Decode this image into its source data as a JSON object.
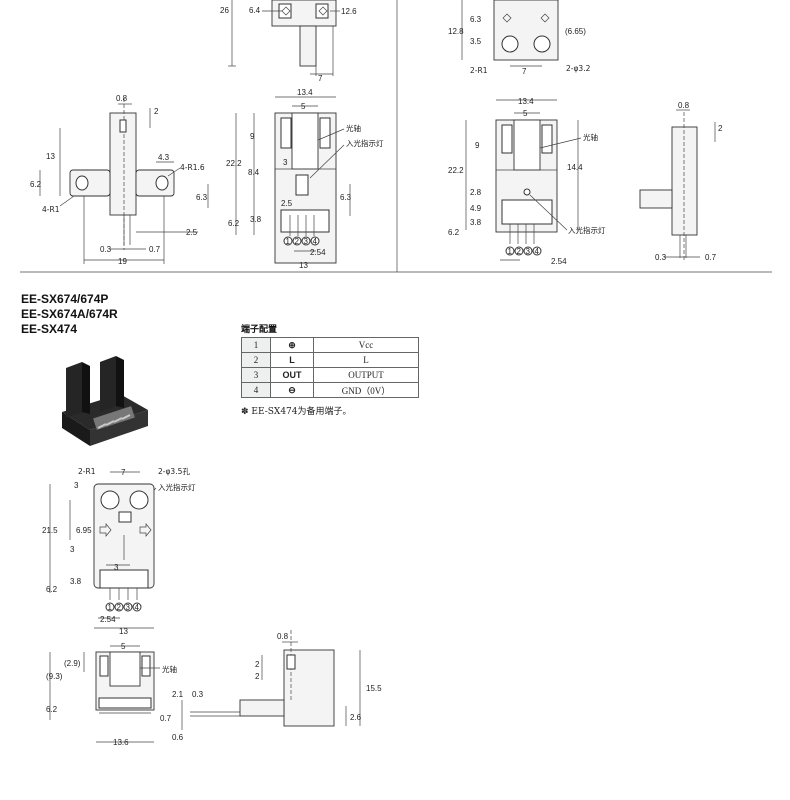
{
  "models": [
    "EE-SX674/674P",
    "EE-SX674A/674R",
    "EE-SX474"
  ],
  "terminal_table": {
    "title": "端子配置",
    "rows": [
      {
        "no": "1",
        "symbol": "⊕",
        "signal": "Vcc"
      },
      {
        "no": "2",
        "symbol": "L",
        "signal": "L"
      },
      {
        "no": "3",
        "symbol": "OUT",
        "signal": "OUTPUT"
      },
      {
        "no": "4",
        "symbol": "⊖",
        "signal": "GND（0V）"
      }
    ],
    "note": "✽ EE-SX474为备用端子。"
  },
  "labels": {
    "optical_axis": "光轴",
    "incident_indicator": "入光指示灯",
    "hole": "2-φ3.5孔",
    "r1_4": "4-R1",
    "r1_2": "2-R1",
    "r16_4": "4-R1.6",
    "phi32": "2-φ3.2"
  },
  "dims_top_left": {
    "d26": "26",
    "d64": "6.4",
    "d126": "12.6",
    "d7": "7",
    "d08": "0.8",
    "d2": "2",
    "d13": "13",
    "d62": "6.2",
    "d43": "4.3",
    "d63": "6.3",
    "d25": "2.5",
    "d03": "0.3",
    "d07": "0.7",
    "d19": "19"
  },
  "dims_top_mid": {
    "d134": "13.4",
    "d5": "5",
    "d9": "9",
    "d222": "22.2",
    "d84": "8.4",
    "d3": "3",
    "d25": "2.5",
    "d63": "6.3",
    "d38": "3.8",
    "d62": "6.2",
    "d254": "2.54",
    "d13": "13"
  },
  "dims_top_right": {
    "d63": "6.3",
    "d128": "12.8",
    "d35": "3.5",
    "d665": "(6.65)",
    "d7": "7",
    "d134": "13.4",
    "d5": "5",
    "d9": "9",
    "d222": "22.2",
    "d144": "14.4",
    "d28": "2.8",
    "d49": "4.9",
    "d38": "3.8",
    "d62": "6.2",
    "d254": "2.54",
    "d08": "0.8",
    "d2": "2",
    "d03": "0.3",
    "d07": "0.7"
  },
  "dims_bottom": {
    "d7": "7",
    "d215": "21.5",
    "d695": "6.95",
    "d3a": "3",
    "d3b": "3",
    "d3c": "3",
    "d38": "3.8",
    "d62": "6.2",
    "d254": "2.54",
    "d13": "13",
    "d5": "5",
    "d29": "(2.9)",
    "d93": "(9.3)",
    "d62b": "6.2",
    "d136": "13.6",
    "d08": "0.8",
    "d2a": "2",
    "d2b": "2",
    "d21": "2.1",
    "d03": "0.3",
    "d07": "0.7",
    "d06": "0.6",
    "d155": "15.5",
    "d26": "2.6"
  },
  "pins": [
    "1",
    "2",
    "3",
    "4"
  ]
}
